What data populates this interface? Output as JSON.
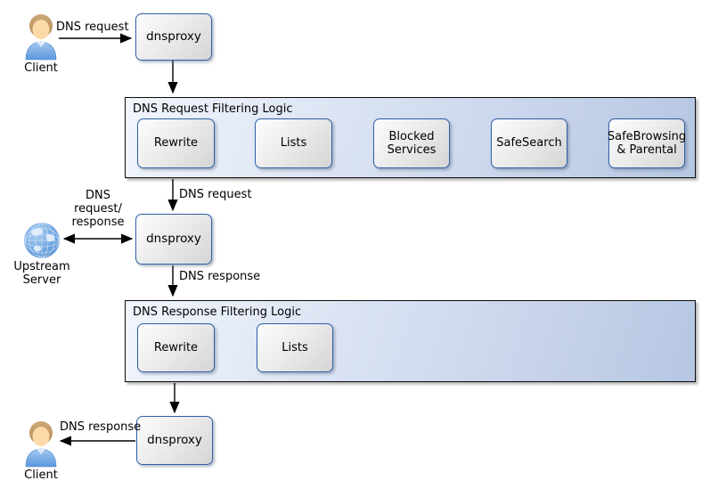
{
  "diagram": {
    "actors": {
      "client_top": {
        "label": "Client"
      },
      "client_bottom": {
        "label": "Client"
      },
      "upstream_server": {
        "label": "Upstream\nServer"
      }
    },
    "proxies": {
      "top": "dnsproxy",
      "middle": "dnsproxy",
      "bottom": "dnsproxy"
    },
    "request_filtering": {
      "title": "DNS Request Filtering Logic",
      "boxes": [
        "Rewrite",
        "Lists",
        "Blocked Services",
        "SafeSearch",
        "SafeBrowsing & Parental"
      ]
    },
    "response_filtering": {
      "title": "DNS Response Filtering Logic",
      "boxes": [
        "Rewrite",
        "Lists"
      ]
    },
    "edge_labels": {
      "client_request": "DNS request",
      "request_to_upstream_proxy": "DNS request",
      "upstream_exchange": "DNS\nrequest/\nresponse",
      "response_from_upstream_proxy": "DNS response",
      "response_to_client": "DNS response"
    },
    "colors": {
      "container_gradient_start": "#f1f5fc",
      "container_gradient_end": "#b6c6e3",
      "container_border": "#0d0d0d",
      "node_border": "#2e5fa8",
      "node_gradient_start": "#fdfdfd",
      "node_gradient_end": "#d5d5d5",
      "arrow": "#000000",
      "text": "#000000"
    }
  }
}
